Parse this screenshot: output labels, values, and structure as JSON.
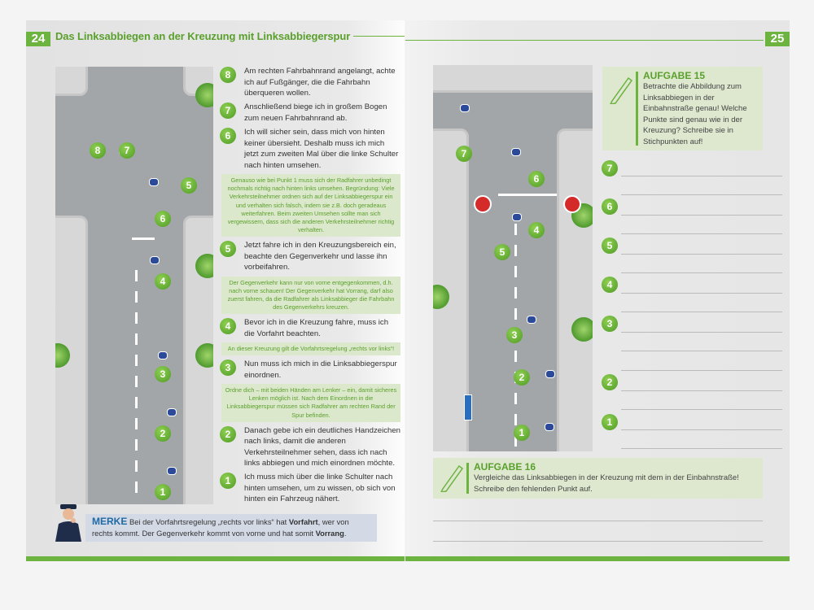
{
  "left_page": {
    "page_number": "24",
    "title": "Das Linksabbiegen an der Kreuzung mit Linksabbiegerspur",
    "diagram_markers": [
      "8",
      "7",
      "5",
      "6",
      "4",
      "3",
      "2",
      "1"
    ],
    "steps": [
      {
        "n": "8",
        "text": "Am rechten Fahrbahnrand angelangt, achte ich auf Fußgänger, die die Fahrbahn überqueren wollen."
      },
      {
        "n": "7",
        "text": "Anschließend biege ich in großem Bogen zum neuen Fahrbahnrand ab."
      },
      {
        "n": "6",
        "text": "Ich will sicher sein, dass mich von hinten keiner übersieht. Deshalb muss ich mich jetzt zum zweiten Mal über die linke Schulter nach hinten umsehen."
      },
      {
        "n": "5",
        "text": "Jetzt fahre ich in den Kreuzungsbereich ein, beachte den Gegenverkehr und lasse ihn vorbeifahren."
      },
      {
        "n": "4",
        "text": "Bevor ich in die Kreuzung fahre, muss ich die Vorfahrt beachten."
      },
      {
        "n": "3",
        "text": "Nun muss ich mich in die Linksabbiegerspur einordnen."
      },
      {
        "n": "2",
        "text": "Danach gebe ich ein deutliches Handzeichen nach links, damit die anderen Verkehrsteilnehmer sehen, dass ich nach links abbiegen und mich einordnen möchte."
      },
      {
        "n": "1",
        "text": "Ich muss mich über die linke Schulter nach hinten umsehen, um zu wissen, ob sich von hinten ein Fahrzeug nähert."
      }
    ],
    "notes": [
      "Genauso wie bei Punkt 1 muss sich der Radfahrer unbedingt nochmals richtig nach hinten links umsehen. Begründung: Viele Verkehrsteilnehmer ordnen sich auf der Linksabbiegerspur ein und verhalten sich falsch, indem sie z.B. doch geradeaus weiterfahren. Beim zweiten Umsehen sollte man sich vergewissern, dass sich die anderen Verkehrsteilnehmer richtig verhalten.",
      "Der Gegenverkehr kann nur von vorne entgegenkommen, d.h. nach vorne schauen! Der Gegenverkehr hat Vorrang, darf also zuerst fahren, da die Radfahrer als Linksabbieger die Fahrbahn des Gegenverkehrs kreuzen.",
      "An dieser Kreuzung gilt die Vorfahrtsregelung „rechts vor links“!",
      "Ordne dich – mit beiden Händen am Lenker – ein, damit sicheres Lenken möglich ist. Nach dem Einordnen in die Linksabbiegerspur müssen sich Radfahrer am rechten Rand der Spur befinden."
    ],
    "merke": {
      "label": "MERKE",
      "t1": "Bei der Vorfahrtsregelung „rechts vor links“ hat ",
      "b1": "Vorfahrt",
      "t2": ", wer von rechts kommt. Der Gegenverkehr kommt von vorne und hat somit ",
      "b2": "Vorrang",
      "t3": "."
    }
  },
  "right_page": {
    "page_number": "25",
    "diagram_markers": [
      "7",
      "6",
      "4",
      "5",
      "3",
      "2",
      "1"
    ],
    "task15": {
      "title": "AUFGABE 15",
      "text": "Betrachte die Abbildung zum Linksabbiegen in der Einbahnstraße genau! Welche Punkte sind genau wie in der Kreuzung? Schreibe sie in Stichpunkten auf!"
    },
    "answer_numbers": [
      "7",
      "6",
      "5",
      "4",
      "3",
      "2",
      "1"
    ],
    "task16": {
      "title": "AUFGABE 16",
      "text": "Vergleiche das Linksabbiegen in der Kreuzung mit dem in der Einbahnstraße! Schreibe den fehlenden Punkt auf."
    }
  },
  "colors": {
    "green": "#6cb33f",
    "note_bg": "#dce8cf",
    "merke_bg": "#d3dae6",
    "merke_label": "#1f6aa5"
  }
}
